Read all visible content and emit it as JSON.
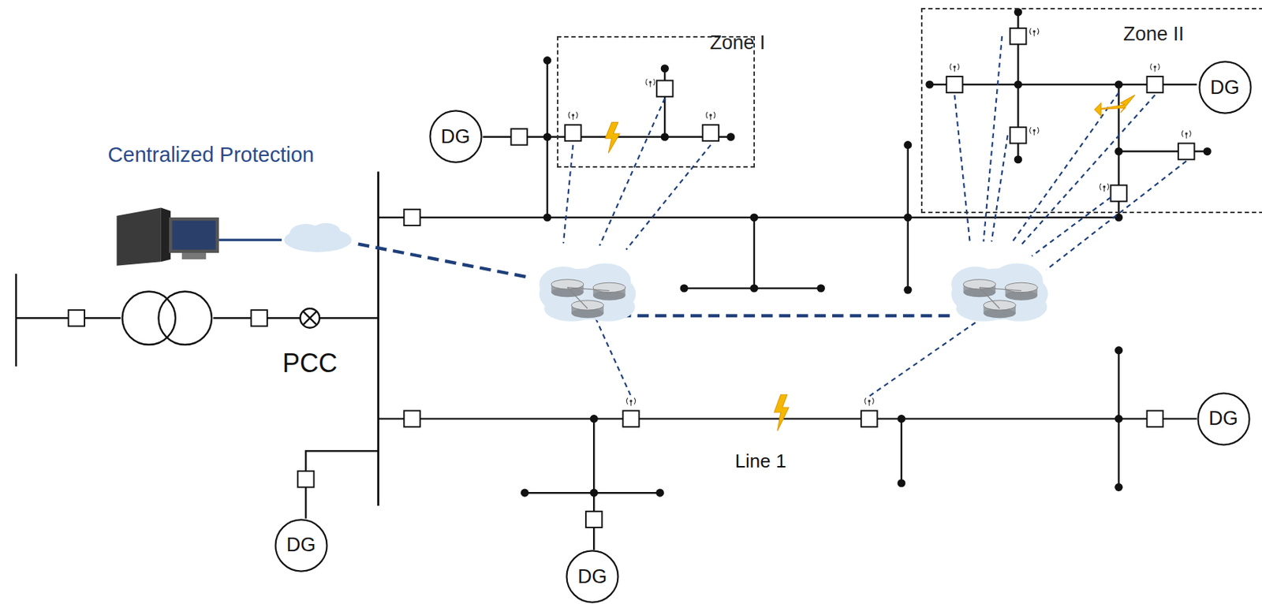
{
  "diagram": {
    "nodes": [
      {
        "text": [
          "Zone II"
        ]
      },
      {
        "text": [
          "DG"
        ],
        "in": 0
      },
      {
        "text": [
          "Zone I"
        ]
      },
      {
        "text": [
          "DG"
        ]
      },
      {
        "text": [
          "DG"
        ]
      },
      {
        "text": [
          "DG"
        ]
      },
      {
        "text": [
          "DG"
        ]
      }
    ],
    "labels": [
      "Centralized Protection",
      "PCC",
      "Line 1"
    ]
  }
}
